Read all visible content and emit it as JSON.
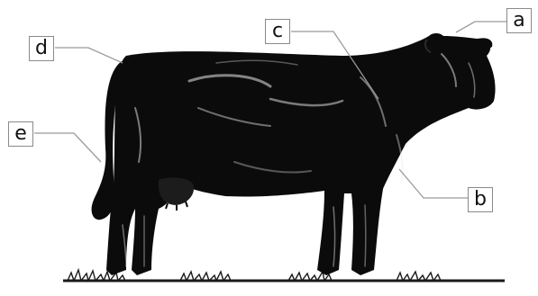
{
  "labels": {
    "a": "a",
    "b": "b",
    "c": "c",
    "d": "d",
    "e": "e"
  },
  "colors": {
    "cow": "#0b0b0b",
    "highlight": "#e9e9e9",
    "leader_line": "#9a9a9a",
    "grass": "#1a1a1a"
  }
}
